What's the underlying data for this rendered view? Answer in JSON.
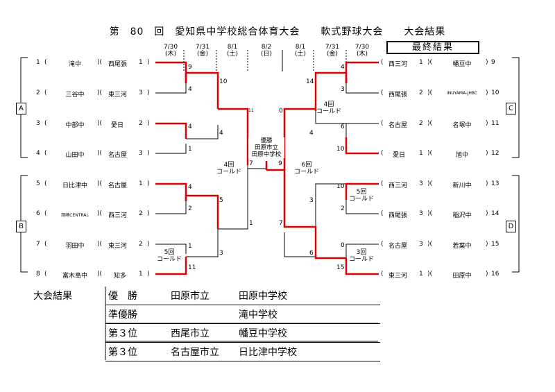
{
  "title": "第　80　回　愛知県中学校総合体育大会　　軟式野球大会　　大会結果",
  "final_label": "最終結果",
  "dates_left": [
    {
      "date": "7/30",
      "dow": "(木)"
    },
    {
      "date": "7/31",
      "dow": "(金)"
    },
    {
      "date": "8/1",
      "dow": "(土)"
    }
  ],
  "date_center": {
    "date": "8/2",
    "dow": "(日)"
  },
  "dates_right": [
    {
      "date": "8/1",
      "dow": "(土)"
    },
    {
      "date": "7/31",
      "dow": "(金)"
    },
    {
      "date": "7/30",
      "dow": "(木)"
    }
  ],
  "blocks": {
    "A": "A",
    "B": "B",
    "C": "C",
    "D": "D"
  },
  "left_teams": [
    {
      "num": "1",
      "team": "滝中",
      "region": "西尾張",
      "rank": "1"
    },
    {
      "num": "2",
      "team": "三谷中",
      "region": "東三河",
      "rank": "3"
    },
    {
      "num": "3",
      "team": "中部中",
      "region": "愛日",
      "rank": "2"
    },
    {
      "num": "4",
      "team": "山田中",
      "region": "名古屋",
      "rank": "3"
    },
    {
      "num": "5",
      "team": "日比津中",
      "region": "名古屋",
      "rank": "1"
    },
    {
      "num": "6",
      "team": "岡崎CENTRAL",
      "region": "西三河",
      "rank": "2"
    },
    {
      "num": "7",
      "team": "羽田中",
      "region": "東三河",
      "rank": "2"
    },
    {
      "num": "8",
      "team": "富木島中",
      "region": "知多",
      "rank": "1"
    }
  ],
  "right_teams": [
    {
      "num": "9",
      "team": "幡豆中",
      "region": "西三河",
      "rank": "1"
    },
    {
      "num": "10",
      "team": "INUYAMA-JHBC",
      "region": "西尾張",
      "rank": "2"
    },
    {
      "num": "11",
      "team": "名塚中",
      "region": "名古屋",
      "rank": "2"
    },
    {
      "num": "12",
      "team": "旭中",
      "region": "愛日",
      "rank": "1"
    },
    {
      "num": "13",
      "team": "新川中",
      "region": "西三河",
      "rank": "3"
    },
    {
      "num": "14",
      "team": "稲沢中",
      "region": "西尾張",
      "rank": "3"
    },
    {
      "num": "15",
      "team": "若葉中",
      "region": "名古屋",
      "rank": "3"
    },
    {
      "num": "16",
      "team": "田原中",
      "region": "東三河",
      "rank": "1"
    }
  ],
  "scores": {
    "r1_left": [
      "9",
      "4",
      "4",
      "1",
      "4",
      "2",
      "1",
      "11"
    ],
    "r2_left": [
      "10",
      "4",
      "5",
      "3"
    ],
    "sf_left": [
      "11",
      "1"
    ],
    "final_left": "7",
    "final_right": "9",
    "sf_right": [
      "0",
      "7"
    ],
    "r2_right": [
      "14",
      "4",
      "3",
      "6"
    ],
    "r1_right": [
      "4",
      "3",
      "6",
      "10",
      "10",
      "2",
      "0",
      "15"
    ]
  },
  "notes": {
    "final_cold": "4回\nコールド",
    "sf_right_cold": "6回\nコールド",
    "r2_right_top_cold": "4回\nコールド",
    "r1_left_bottom_cold": "5回\nコールド",
    "r1_right_13_cold": "5回\nコールド",
    "r1_right_15_cold": "3回\nコールド"
  },
  "champion_box": "優勝\n田原市立\n田原中学校",
  "results_label": "大会結果",
  "results": [
    {
      "place": "優　勝",
      "city": "田原市立",
      "school": "田原中学校"
    },
    {
      "place": "準優勝",
      "city": "",
      "school": "滝中学校"
    },
    {
      "place": "第３位",
      "city": "西尾市立",
      "school": "幡豆中学校"
    },
    {
      "place": "第３位",
      "city": "名古屋市立",
      "school": "日比津中学校"
    }
  ],
  "colors": {
    "win": "#e00000",
    "line": "#000000"
  }
}
